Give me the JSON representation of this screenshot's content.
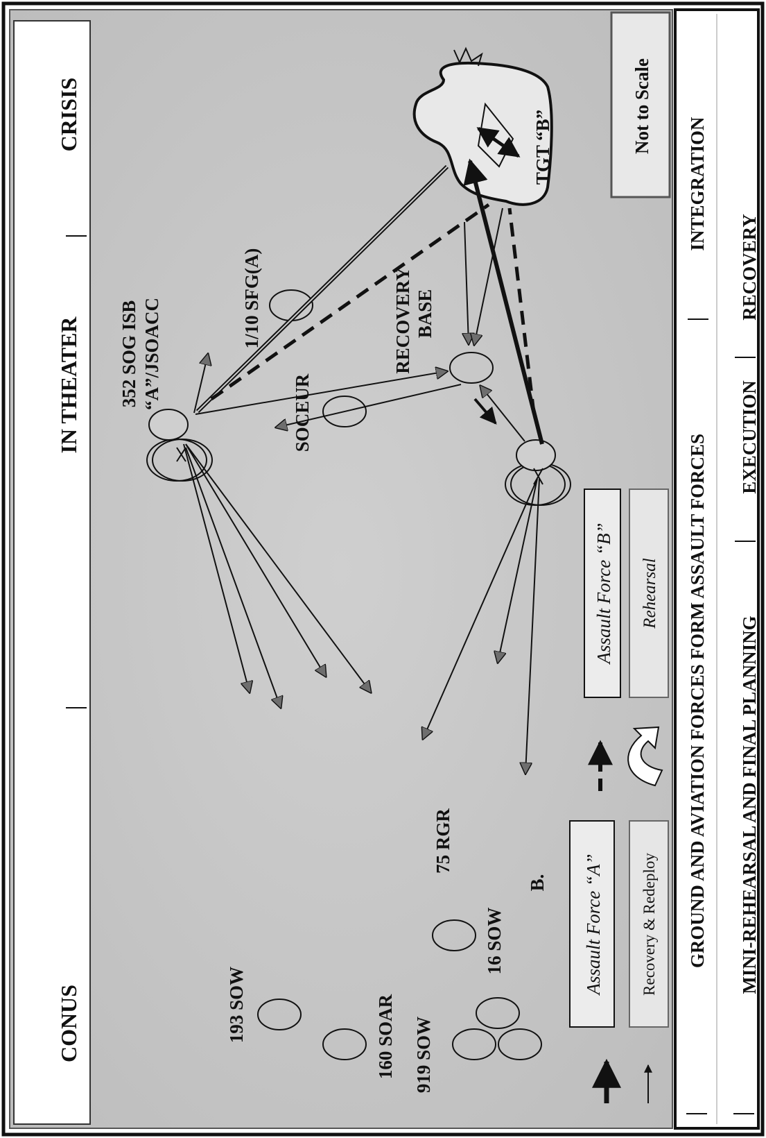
{
  "header": {
    "conus": "CONUS",
    "in_theater": "IN THEATER",
    "crisis": "CRISIS"
  },
  "footer": {
    "row1": "GROUND AND AVIATION FORCES FORM ASSAULT FORCES",
    "row1_right": "INTEGRATION",
    "row2_phases": [
      "MINI-REHEARSAL AND FINAL PLANNING",
      "EXECUTION",
      "RECOVERY"
    ]
  },
  "not_to_scale": "Not to Scale",
  "units": {
    "sow_193": "193 SOW",
    "soar_160": "160 SOAR",
    "sow_919": "919 SOW",
    "sow_16": "16 SOW",
    "rgr_75": "75 RGR",
    "b_label": "B.",
    "isb_line1": "352 SOG ISB",
    "isb_line2": "“A”/JSOACC",
    "sfg": "1/10 SFG(A)",
    "soceur": "SOCEUR",
    "recovery_line1": "RECOVERY",
    "recovery_line2": "BASE",
    "target": "TGT “B”"
  },
  "legend": {
    "assault_a": "Assault Force “A”",
    "assault_b": "Assault Force “B”",
    "recovery_redeploy": "Recovery & Redeploy",
    "rehearsal": "Rehearsal"
  },
  "colors": {
    "background": "#c6c6c6",
    "panel": "#ffffff",
    "ink": "#111111",
    "arrowhead": "#6e6e6e",
    "box_fill": "#ececec"
  }
}
